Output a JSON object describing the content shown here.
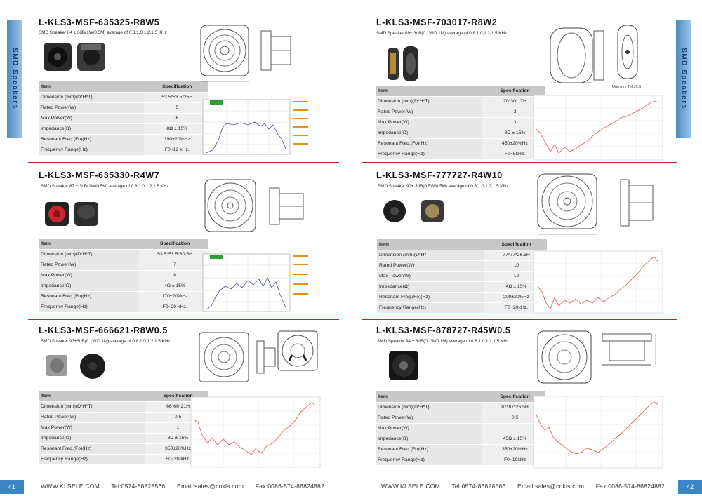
{
  "side_tab_label": "SMD Speakers",
  "page_left": "41",
  "page_right": "42",
  "footer": {
    "website": "WWW.KLSELE.COM",
    "tel": "Tel:0574-86828566",
    "email": "Email:sales@cnkls.com",
    "fax": "Fax:0086-574-86824882"
  },
  "table_headers": {
    "item": "Item",
    "spec": "Specification"
  },
  "drawing_note": "Unit:mm Tol:±0.5",
  "products": [
    {
      "model": "L-KLS3-MSF-635325-R8W5",
      "desc": "SMD Speaker 84 ± 3dB(1W/0.5M) average of 0.8,1.0,1.2,1.5 KHz",
      "rows": [
        {
          "item": "Dimension (mm)(D*H*T)",
          "spec": "53.5*53.5*25H"
        },
        {
          "item": "Rated Power(W)",
          "spec": "5"
        },
        {
          "item": "Max Power(W)",
          "spec": "6"
        },
        {
          "item": "Impedance(Ω)",
          "spec": "8Ω ± 15%"
        },
        {
          "item": "Resonant Freq.(Fo)(Hz)",
          "spec": "190±20%Hz"
        },
        {
          "item": "Frequency Range(Hz)",
          "spec": "F0~12 kHz."
        }
      ]
    },
    {
      "model": "L-KLS3-MSF-635330-R4W7",
      "desc": "SMD Speaker 87 ± 3dB(1W/0.5M) average of 0.8,1.0,1.2,1.5 KHz",
      "rows": [
        {
          "item": "Dimension (mm)(D*H*T)",
          "spec": "53.5*53.5*30.5H"
        },
        {
          "item": "Rated Power(W)",
          "spec": "7"
        },
        {
          "item": "Max Power(W)",
          "spec": "8"
        },
        {
          "item": "Impedance(Ω)",
          "spec": "4Ω ± 15%"
        },
        {
          "item": "Resonant Freq.(Fo)(Hz)",
          "spec": "170±20%Hz"
        },
        {
          "item": "Frequency Range(Hz)",
          "spec": "F0~20 kHz."
        }
      ]
    },
    {
      "model": "L-KLS3-MSF-666621-R8W0.5",
      "desc": "SMD Speaker 93±3dB(0.1W/0.1M) average of 0.8,1.0,1.2,1.5 KHz",
      "rows": [
        {
          "item": "Dimension (mm)(D*H*T)",
          "spec": "66*66*21H"
        },
        {
          "item": "Rated Power(W)",
          "spec": "0.5"
        },
        {
          "item": "Max Power(W)",
          "spec": "1"
        },
        {
          "item": "Impedance(Ω)",
          "spec": "8Ω ± 15%"
        },
        {
          "item": "Resonant Freq.(Fo)(Hz)",
          "spec": "350±20%Hz"
        },
        {
          "item": "Frequency Range(Hz)",
          "spec": "F0~20 kHz."
        }
      ]
    },
    {
      "model": "L-KLS3-MSF-703017-R8W2",
      "desc": "SMD Speaker 89± 3dB(0.1W/0.1M) average of 0.8,1.0,1.2,1.5 KHz",
      "rows": [
        {
          "item": "Dimension (mm)(D*H*T)",
          "spec": "70*30*17H"
        },
        {
          "item": "Rated Power(W)",
          "spec": "2"
        },
        {
          "item": "Max Power(W)",
          "spec": "3"
        },
        {
          "item": "Impedance(Ω)",
          "spec": "8Ω ± 15%"
        },
        {
          "item": "Resonant Freq.(Fo)(Hz)",
          "spec": "450±20%Hz"
        },
        {
          "item": "Frequency Range(Hz)",
          "spec": "F0~5kHz."
        }
      ]
    },
    {
      "model": "L-KLS3-MSF-777727-R4W10",
      "desc": "SMD Speaker 92± 3dB(0.5W/0.5M) average of 0.8,1.0,1.2,1.5 KHz",
      "rows": [
        {
          "item": "Dimension (mm)(D*H*T)",
          "spec": "77*77*26.5H"
        },
        {
          "item": "Rated Power(W)",
          "spec": "10"
        },
        {
          "item": "Max Power(W)",
          "spec": "12"
        },
        {
          "item": "Impedance(Ω)",
          "spec": "4Ω ± 15%"
        },
        {
          "item": "Resonant Freq.(Fo)(Hz)",
          "spec": "200±20%Hz"
        },
        {
          "item": "Frequency Range(Hz)",
          "spec": "F0~20kHz."
        }
      ]
    },
    {
      "model": "L-KLS3-MSF-878727-R45W0.5",
      "desc": "SMD Speaker 94 ± 3dB(0.1W/0.1M) average of 0.8,1.0,1.2,1.5 KHz",
      "rows": [
        {
          "item": "Dimension (mm)(D*H*T)",
          "spec": "87*87*26.5H"
        },
        {
          "item": "Rated Power(W)",
          "spec": "0.5"
        },
        {
          "item": "Max Power(W)",
          "spec": "1"
        },
        {
          "item": "Impedance(Ω)",
          "spec": "45Ω ± 15%"
        },
        {
          "item": "Resonant Freq.(Fo)(Hz)",
          "spec": "350±20%Hz"
        },
        {
          "item": "Frequency Range(Hz)",
          "spec": "F0~10kHz"
        }
      ]
    }
  ],
  "colors": {
    "divider": "#c8202c",
    "tab_blue": "#4a8cc0",
    "curve_red": "#e0736c",
    "curve_blue": "#4a4aa8",
    "graph_green": "#2f9e3a",
    "graph_orange": "#f08a1c"
  }
}
